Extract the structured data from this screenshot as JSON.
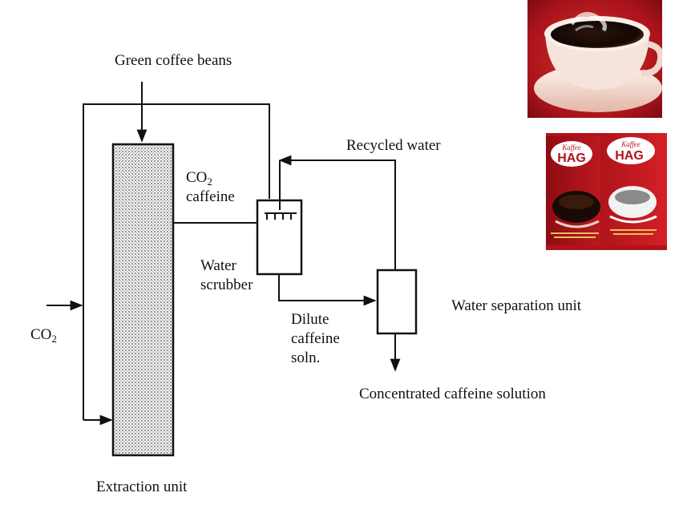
{
  "diagram": {
    "labels": {
      "green_beans": "Green coffee beans",
      "co2_caffeine": [
        "CO",
        "2",
        "caffeine"
      ],
      "recycled_water": "Recycled water",
      "water_scrubber": [
        "Water",
        "scrubber"
      ],
      "water_separation": "Water separation unit",
      "dilute": [
        "Dilute",
        "caffeine",
        "soln."
      ],
      "co2_inlet": [
        "CO",
        "2"
      ],
      "concentrated": "Concentrated caffeine solution",
      "extraction": "Extraction unit"
    }
  },
  "images": {
    "coffee_cup": {
      "description_icon": "coffee-cup-photo"
    },
    "kaffee_hag": {
      "pack_left": {
        "line1": "Kaffee",
        "line2": "HAG"
      },
      "pack_right": {
        "line1": "Kaffee",
        "line2": "HAG"
      }
    }
  }
}
